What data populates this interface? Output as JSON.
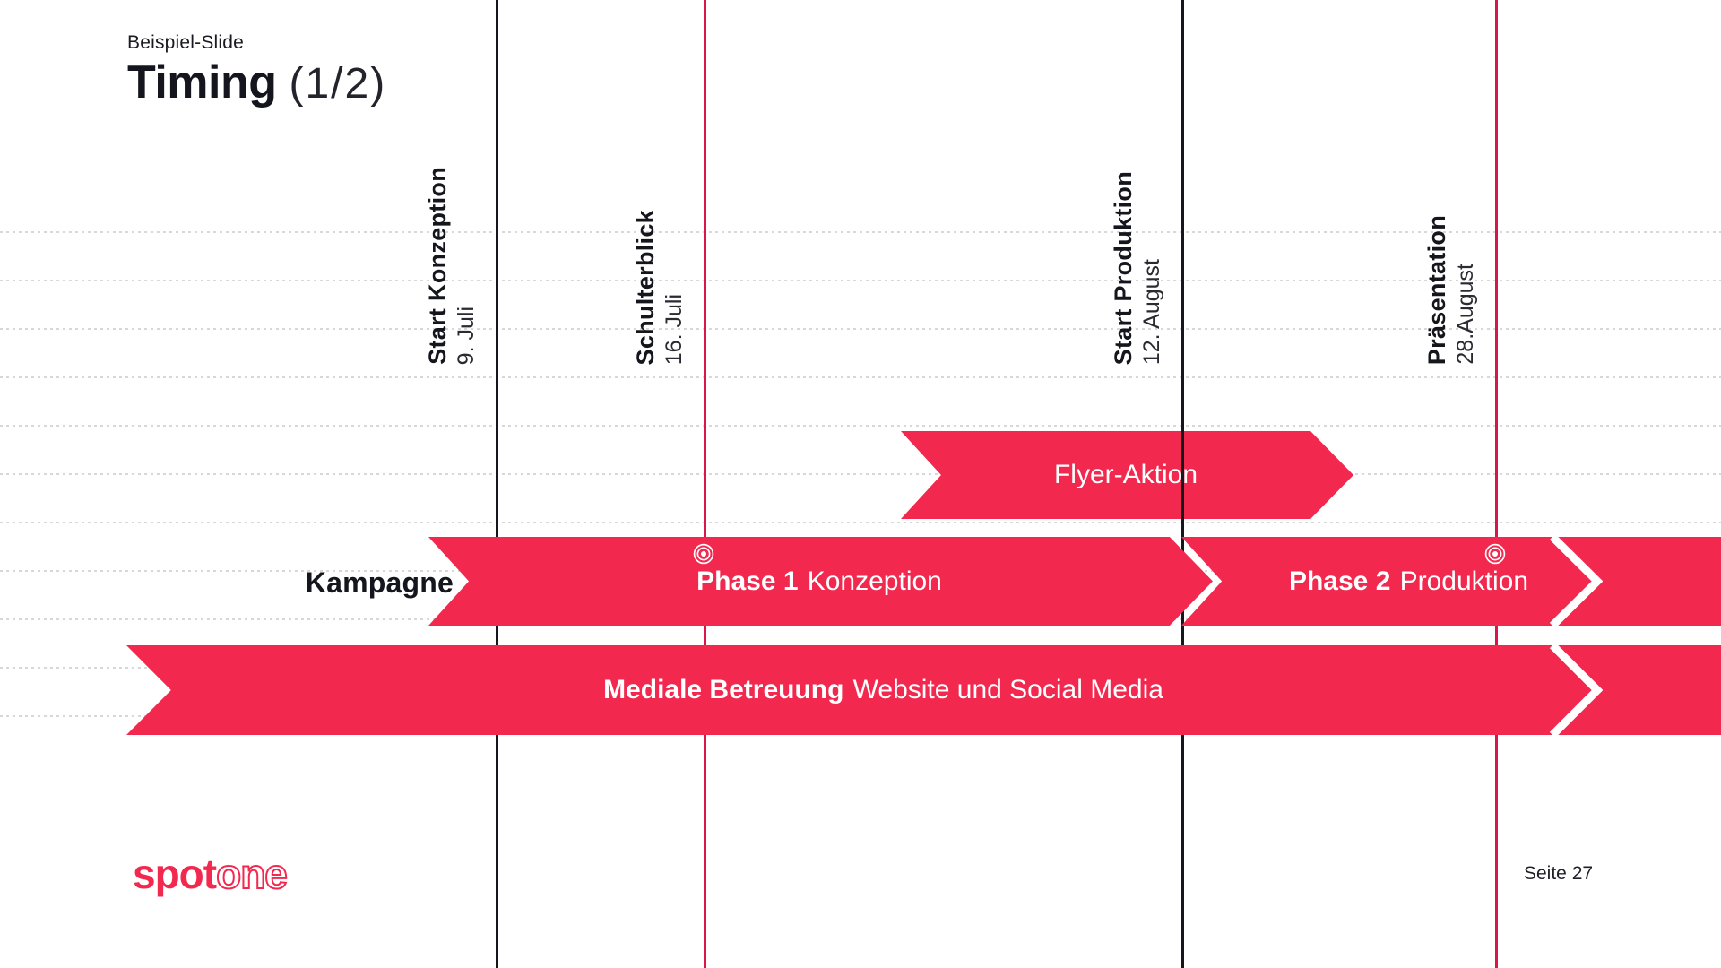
{
  "slide": {
    "eyebrow": "Beispiel-Slide",
    "title": "Timing",
    "title_suffix": "(1/2)",
    "page_number": "Seite 27",
    "logo_bold": "spot",
    "logo_light": "one"
  },
  "timeline": {
    "row_label": "Kampagne",
    "milestones": [
      {
        "name": "Start Konzeption",
        "date": "9. Juli",
        "line_color": "#16161c"
      },
      {
        "name": "Schulterblick",
        "date": "16. Juli",
        "line_color": "#d8164a"
      },
      {
        "name": "Start Produktion",
        "date": "12. August",
        "line_color": "#16161c"
      },
      {
        "name": "Präsentation",
        "date": "28.August",
        "line_color": "#d8164a"
      }
    ],
    "bars": [
      {
        "bold": "",
        "text": "Flyer-Aktion"
      },
      {
        "bold": "Phase 1",
        "text": "Konzeption"
      },
      {
        "bold": "Phase 2",
        "text": "Produktion"
      },
      {
        "bold": "Mediale Betreuung",
        "text": "Website und Social Media"
      }
    ]
  },
  "colors": {
    "accent": "#f2284f",
    "line_red": "#d8164a",
    "line_black": "#16161c",
    "gridline": "#d8d8d8"
  }
}
